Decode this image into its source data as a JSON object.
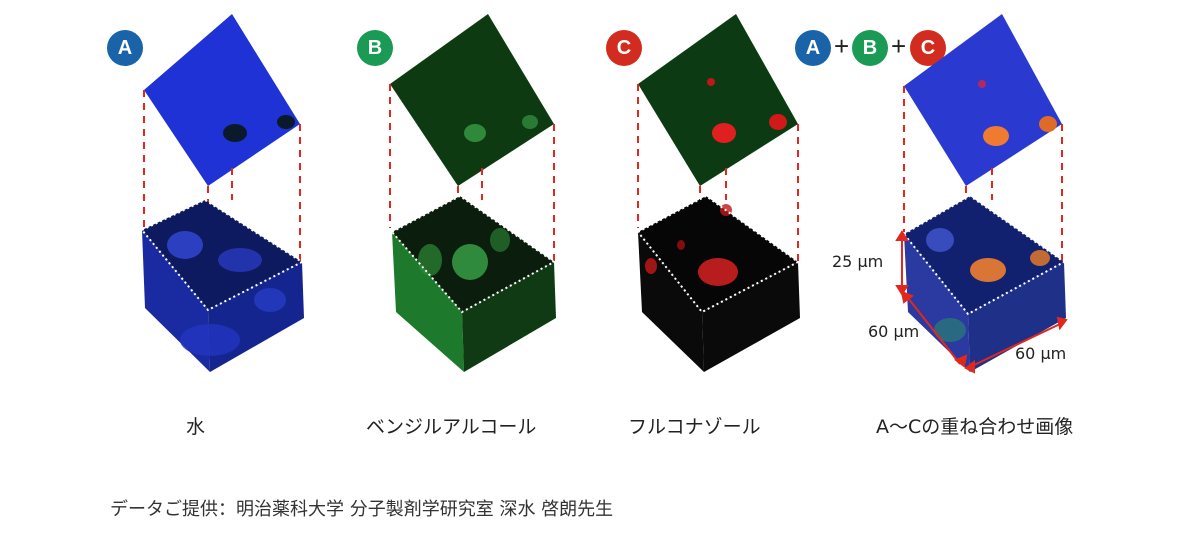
{
  "panels": [
    {
      "badge": "A",
      "badge_color": "#1b63a8",
      "caption": "水",
      "tint": "#1e32d6",
      "cube_tint": "#1a2aa0"
    },
    {
      "badge": "B",
      "badge_color": "#1a9a55",
      "caption": "ベンジルアルコール",
      "tint": "#0e3a12",
      "cube_tint": "#1d7a2c"
    },
    {
      "badge": "C",
      "badge_color": "#d12c1f",
      "caption": "フルコナゾール",
      "tint": "#0c3a12",
      "cube_tint": "#c81818"
    },
    {
      "badges": [
        "A",
        "B",
        "C"
      ],
      "plus": "+",
      "caption": "A～Cの重ね合わせ画像",
      "tint": "#2a3ad0",
      "cube_tint": "#2a3aa0"
    }
  ],
  "dimensions": {
    "height": "25 μm",
    "depth": "60 μm",
    "width": "60 μm"
  },
  "credit": "データご提供：明治薬科大学 分子製剤学研究室 深水 啓朗先生"
}
